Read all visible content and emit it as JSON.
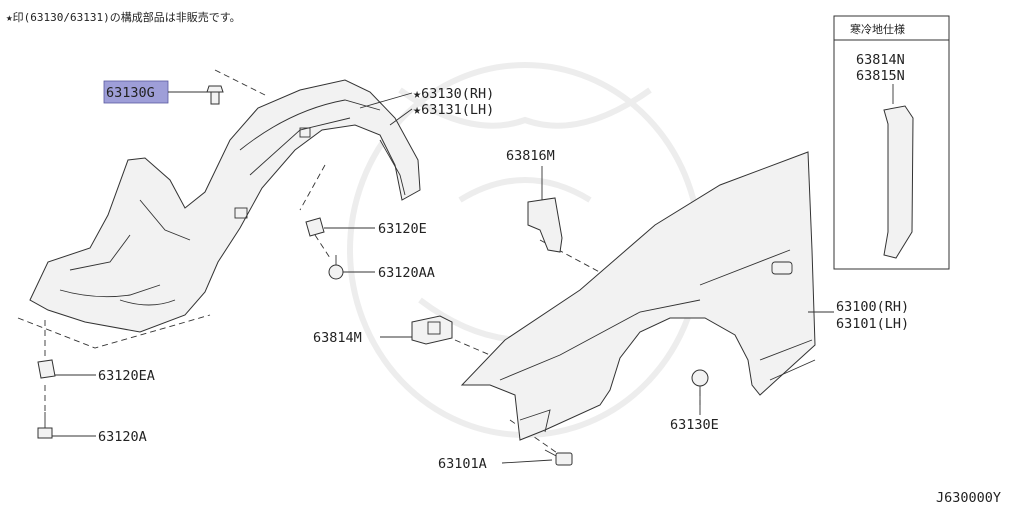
{
  "header": {
    "note": "★印(63130/63131)の構成部品は非販売です。"
  },
  "inset": {
    "title": "寒冷地仕様",
    "codes": [
      "63814N",
      "63815N"
    ]
  },
  "callouts": {
    "p63130G": "63130G",
    "p63130rh": "★63130(RH)",
    "p63131lh": "★63131(LH)",
    "p63816M": "63816M",
    "p63120E": "63120E",
    "p63120AA": "63120AA",
    "p63814M": "63814M",
    "p63100rh": "63100(RH)",
    "p63101lh": "63101(LH)",
    "p63120EA": "63120EA",
    "p63120A": "63120A",
    "p63130E": "63130E",
    "p63101A": "63101A"
  },
  "footer": {
    "diagram_id": "J630000Y"
  },
  "colors": {
    "highlight": "#9e9ed8",
    "line": "#333333",
    "watermark": "#ededed"
  }
}
